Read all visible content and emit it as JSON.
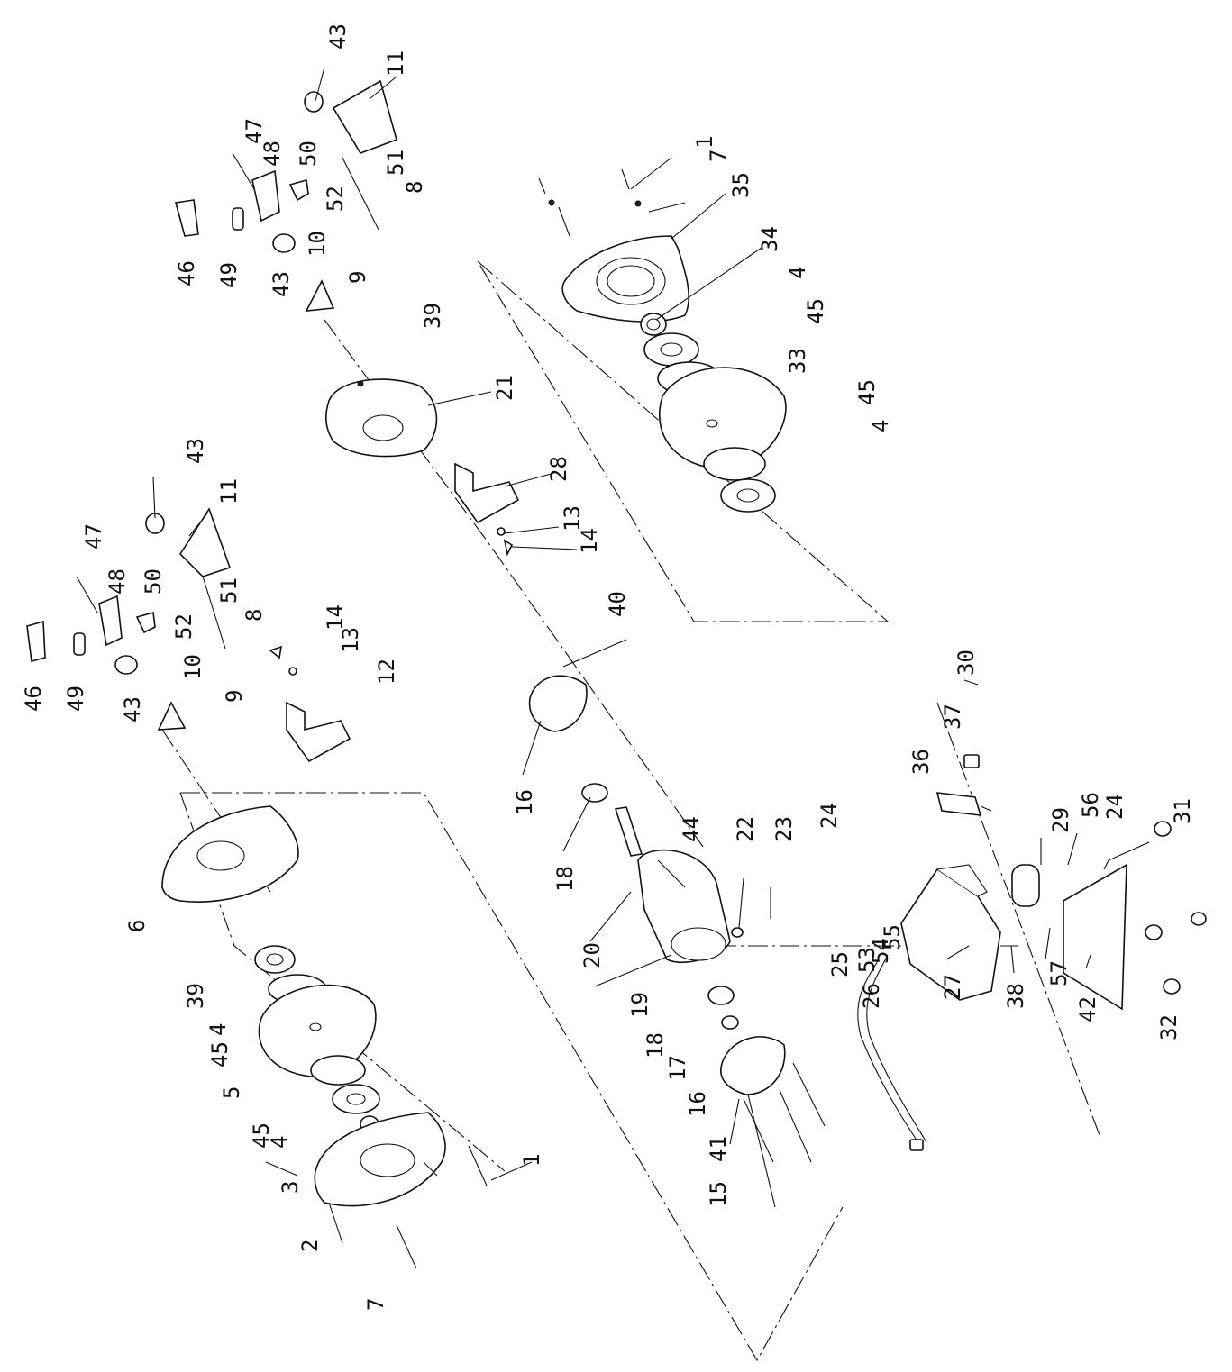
{
  "diagram": {
    "callouts": [
      {
        "id": "c43a",
        "text": "43"
      },
      {
        "id": "c11a",
        "text": "11"
      },
      {
        "id": "c47a",
        "text": "47"
      },
      {
        "id": "c48a",
        "text": "48"
      },
      {
        "id": "c50a",
        "text": "50"
      },
      {
        "id": "c51a",
        "text": "51"
      },
      {
        "id": "c52a",
        "text": "52"
      },
      {
        "id": "c8a",
        "text": "8"
      },
      {
        "id": "c46a",
        "text": "46"
      },
      {
        "id": "c49a",
        "text": "49"
      },
      {
        "id": "c43b",
        "text": "43"
      },
      {
        "id": "c10a",
        "text": "10"
      },
      {
        "id": "c9a",
        "text": "9"
      },
      {
        "id": "c39a",
        "text": "39"
      },
      {
        "id": "c21",
        "text": "21"
      },
      {
        "id": "c28",
        "text": "28"
      },
      {
        "id": "c13a",
        "text": "13"
      },
      {
        "id": "c14a",
        "text": "14"
      },
      {
        "id": "c1a",
        "text": "1"
      },
      {
        "id": "c7a",
        "text": "7"
      },
      {
        "id": "c35",
        "text": "35"
      },
      {
        "id": "c34",
        "text": "34"
      },
      {
        "id": "c4a",
        "text": "4"
      },
      {
        "id": "c45a",
        "text": "45"
      },
      {
        "id": "c33",
        "text": "33"
      },
      {
        "id": "c45b",
        "text": "45"
      },
      {
        "id": "c4b",
        "text": "4"
      },
      {
        "id": "c43c",
        "text": "43"
      },
      {
        "id": "c11b",
        "text": "11"
      },
      {
        "id": "c47b",
        "text": "47"
      },
      {
        "id": "c48b",
        "text": "48"
      },
      {
        "id": "c50b",
        "text": "50"
      },
      {
        "id": "c51b",
        "text": "51"
      },
      {
        "id": "c52b",
        "text": "52"
      },
      {
        "id": "c8b",
        "text": "8"
      },
      {
        "id": "c46b",
        "text": "46"
      },
      {
        "id": "c49b",
        "text": "49"
      },
      {
        "id": "c43d",
        "text": "43"
      },
      {
        "id": "c10b",
        "text": "10"
      },
      {
        "id": "c9b",
        "text": "9"
      },
      {
        "id": "c14b",
        "text": "14"
      },
      {
        "id": "c13b",
        "text": "13"
      },
      {
        "id": "c12",
        "text": "12"
      },
      {
        "id": "c40",
        "text": "40"
      },
      {
        "id": "c16a",
        "text": "16"
      },
      {
        "id": "c18a",
        "text": "18"
      },
      {
        "id": "c30",
        "text": "30"
      },
      {
        "id": "c37",
        "text": "37"
      },
      {
        "id": "c36",
        "text": "36"
      },
      {
        "id": "c29",
        "text": "29"
      },
      {
        "id": "c56",
        "text": "56"
      },
      {
        "id": "c24a",
        "text": "24"
      },
      {
        "id": "c31",
        "text": "31"
      },
      {
        "id": "c44",
        "text": "44"
      },
      {
        "id": "c22",
        "text": "22"
      },
      {
        "id": "c23",
        "text": "23"
      },
      {
        "id": "c24b",
        "text": "24"
      },
      {
        "id": "c6",
        "text": "6"
      },
      {
        "id": "c20",
        "text": "20"
      },
      {
        "id": "c19",
        "text": "19"
      },
      {
        "id": "c39b",
        "text": "39"
      },
      {
        "id": "c4c",
        "text": "4"
      },
      {
        "id": "c45c",
        "text": "45"
      },
      {
        "id": "c5",
        "text": "5"
      },
      {
        "id": "c45d",
        "text": "45"
      },
      {
        "id": "c4d",
        "text": "4"
      },
      {
        "id": "c3",
        "text": "3"
      },
      {
        "id": "c2",
        "text": "2"
      },
      {
        "id": "c7b",
        "text": "7"
      },
      {
        "id": "c1b",
        "text": "1"
      },
      {
        "id": "c18b",
        "text": "18"
      },
      {
        "id": "c17",
        "text": "17"
      },
      {
        "id": "c16b",
        "text": "16"
      },
      {
        "id": "c41",
        "text": "41"
      },
      {
        "id": "c15",
        "text": "15"
      },
      {
        "id": "c25",
        "text": "25"
      },
      {
        "id": "c26",
        "text": "26"
      },
      {
        "id": "c53",
        "text": "53"
      },
      {
        "id": "c54",
        "text": "54"
      },
      {
        "id": "c55",
        "text": "55"
      },
      {
        "id": "c27",
        "text": "27"
      },
      {
        "id": "c38",
        "text": "38"
      },
      {
        "id": "c57",
        "text": "57"
      },
      {
        "id": "c42",
        "text": "42"
      },
      {
        "id": "c32",
        "text": "32"
      }
    ]
  }
}
